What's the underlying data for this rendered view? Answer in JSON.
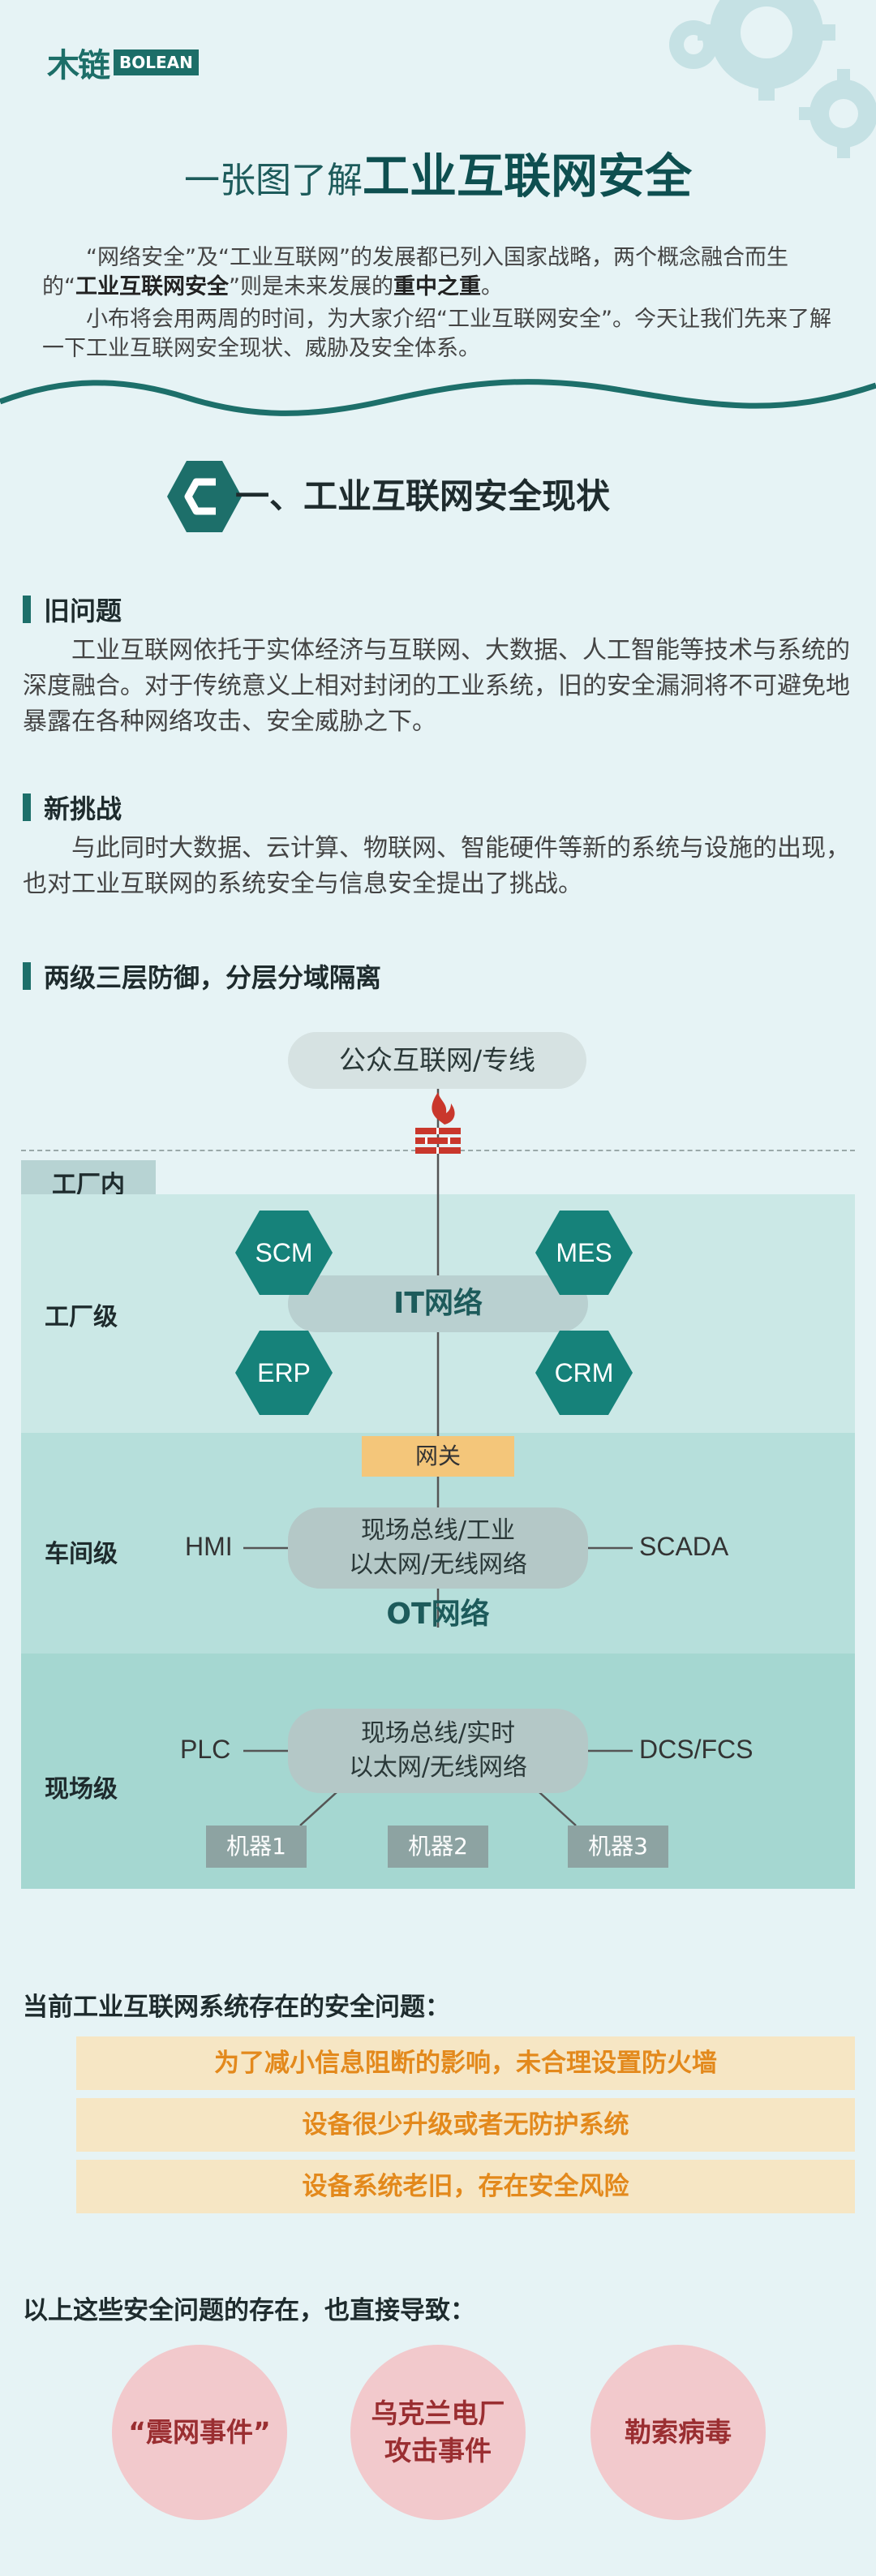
{
  "brand": {
    "logo_cn": "木链",
    "logo_en": "BOLEAN"
  },
  "title": {
    "prefix": "一张图了解",
    "main": "工业互联网安全"
  },
  "intro": {
    "p1_a": "“网络安全”及“工业互联网”的发展都已列入国家战略，两个概念融合而生的“",
    "p1_b": "工业互联网安全",
    "p1_c": "”则是未来发展的",
    "p1_d": "重中之重",
    "p1_e": "。",
    "p2": "小布将会用两周的时间，为大家介绍“工业互联网安全”。今天让我们先来了解一下工业互联网安全现状、威胁及安全体系。"
  },
  "section1": {
    "title": "一、工业互联网安全现状"
  },
  "old_problem": {
    "heading": "旧问题",
    "text": "工业互联网依托于实体经济与互联网、大数据、人工智能等技术与系统的深度融合。对于传统意义上相对封闭的工业系统，旧的安全漏洞将不可避免地暴露在各种网络攻击、安全威胁之下。"
  },
  "new_challenge": {
    "heading": "新挑战",
    "text": "与此同时大数据、云计算、物联网、智能硬件等新的系统与设施的出现，也对工业互联网的系统安全与信息安全提出了挑战。"
  },
  "defense": {
    "heading": "两级三层防御，分层分域隔离"
  },
  "diagram": {
    "internet": "公众互联网/专线",
    "factory_tag": "工厂内",
    "levels": {
      "factory": "工厂级",
      "workshop": "车间级",
      "field": "现场级"
    },
    "it_network": "IT网络",
    "ot_network": "OT网络",
    "gateway": "网关",
    "hexes": [
      "SCM",
      "MES",
      "ERP",
      "CRM"
    ],
    "workshop_bus": [
      "现场总线/工业",
      "以太网/无线网络"
    ],
    "field_bus": [
      "现场总线/实时",
      "以太网/无线网络"
    ],
    "hmi": "HMI",
    "scada": "SCADA",
    "plc": "PLC",
    "dcs": "DCS/FCS",
    "machines": [
      "机器1",
      "机器2",
      "机器3"
    ],
    "colors": {
      "band_light": "#cbe8e6",
      "band_mid": "#b6dfdb",
      "band_dark": "#a5d7d1",
      "hex": "#16827a",
      "gateway": "#f4c67a",
      "firewall": "#c9372c"
    }
  },
  "issues": {
    "heading": "当前工业互联网系统存在的安全问题：",
    "items": [
      "为了减小信息阻断的影响，未合理设置防火墙",
      "设备很少升级或者无防护系统",
      "设备系统老旧，存在安全风险"
    ]
  },
  "consequences": {
    "heading": "以上这些安全问题的存在，也直接导致：",
    "items": [
      [
        "“震网事件”"
      ],
      [
        "乌克兰电厂",
        "攻击事件"
      ],
      [
        "勒索病毒"
      ]
    ]
  }
}
